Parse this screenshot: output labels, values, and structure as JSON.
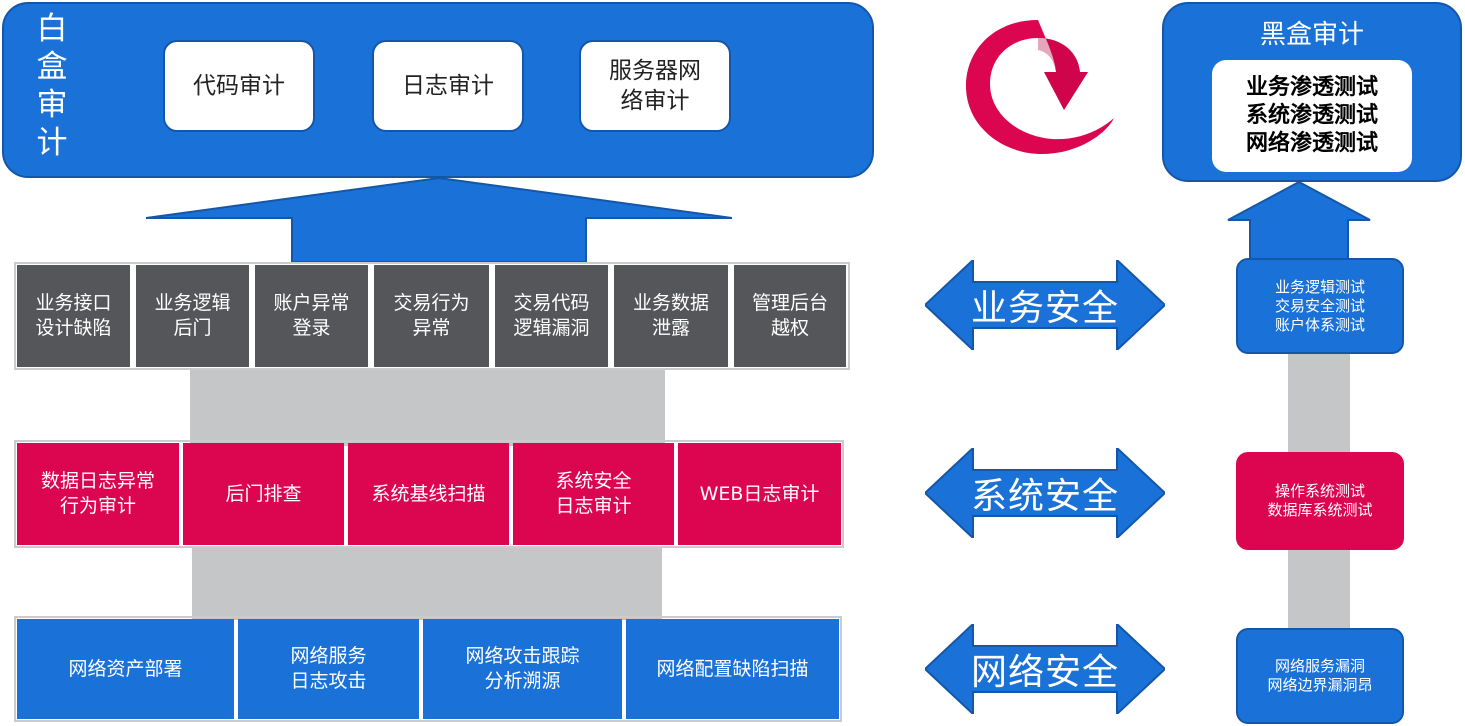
{
  "white_box": {
    "title_chars": [
      "白",
      "盒",
      "审",
      "计"
    ],
    "items": [
      "代码审计",
      "日志审计",
      "服务器网\n络审计"
    ]
  },
  "business_row": [
    "业务接口\n设计缺陷",
    "业务逻辑\n后门",
    "账户异常\n登录",
    "交易行为\n异常",
    "交易代码\n逻辑漏洞",
    "业务数据\n泄露",
    "管理后台\n越权"
  ],
  "system_row": [
    "数据日志异常\n行为审计",
    "后门排查",
    "系统基线扫描",
    "系统安全\n日志审计",
    "WEB日志审计"
  ],
  "network_row": [
    "网络资产部署",
    "网络服务\n日志攻击",
    "网络攻击跟踪\n分析溯源",
    "网络配置缺陷扫描"
  ],
  "arrows": {
    "business": "业务安全",
    "system": "系统安全",
    "network": "网络安全"
  },
  "black_box": {
    "title": "黑盒审计",
    "items": [
      "业务渗透测试",
      "系统渗透测试",
      "网络渗透测试"
    ]
  },
  "black_box_tests": {
    "business": [
      "业务逻辑测试",
      "交易安全测试",
      "账户体系测试"
    ],
    "system": [
      "操作系统测试",
      "数据库系统测试"
    ],
    "network": [
      "网络服务漏洞",
      "网络边界漏洞昂"
    ]
  },
  "colors": {
    "blue": "#1a72d9",
    "blue_dark": "#1456a8",
    "red": "#dc0550",
    "dark_grey": "#555659",
    "light_grey": "#c4c6c8"
  },
  "icons": [
    "cycle-arrow-icon"
  ]
}
